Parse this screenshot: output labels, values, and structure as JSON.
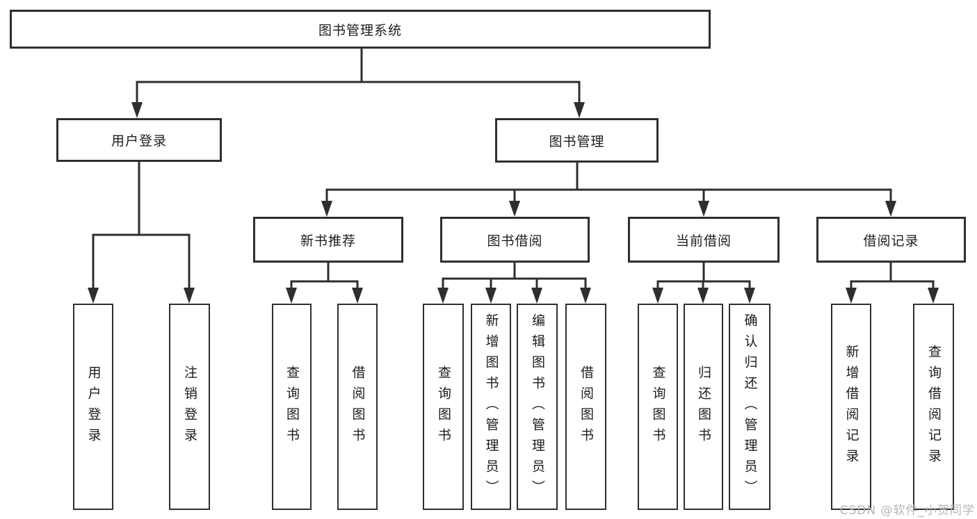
{
  "colors": {
    "line": "#2e2e2e",
    "box_border": "#2e2e2e",
    "box_background": "#ffffff",
    "text": "#1c1c1c",
    "watermark": "#b2b2b2"
  },
  "tree": {
    "root": {
      "label": "图书管理系统"
    },
    "level2": [
      {
        "label": "用户登录"
      },
      {
        "label": "图书管理"
      }
    ],
    "level3": [
      {
        "label": "新书推荐"
      },
      {
        "label": "图书借阅"
      },
      {
        "label": "当前借阅"
      },
      {
        "label": "借阅记录"
      }
    ],
    "leaves": {
      "user": [
        {
          "label": "用户登录"
        },
        {
          "label": "注销登录"
        }
      ],
      "recommend": [
        {
          "label": "查询图书"
        },
        {
          "label": "借阅图书"
        }
      ],
      "borrow": [
        {
          "label": "查询图书"
        },
        {
          "label": "新增图书（管理员）"
        },
        {
          "label": "编辑图书（管理员）"
        },
        {
          "label": "借阅图书"
        }
      ],
      "current": [
        {
          "label": "查询图书"
        },
        {
          "label": "归还图书"
        },
        {
          "label": "确认归还（管理员）"
        }
      ],
      "records": [
        {
          "label": "新增借阅记录"
        },
        {
          "label": "查询借阅记录"
        }
      ]
    }
  },
  "watermark": {
    "text": "CSDN @软件_小贺同学"
  }
}
